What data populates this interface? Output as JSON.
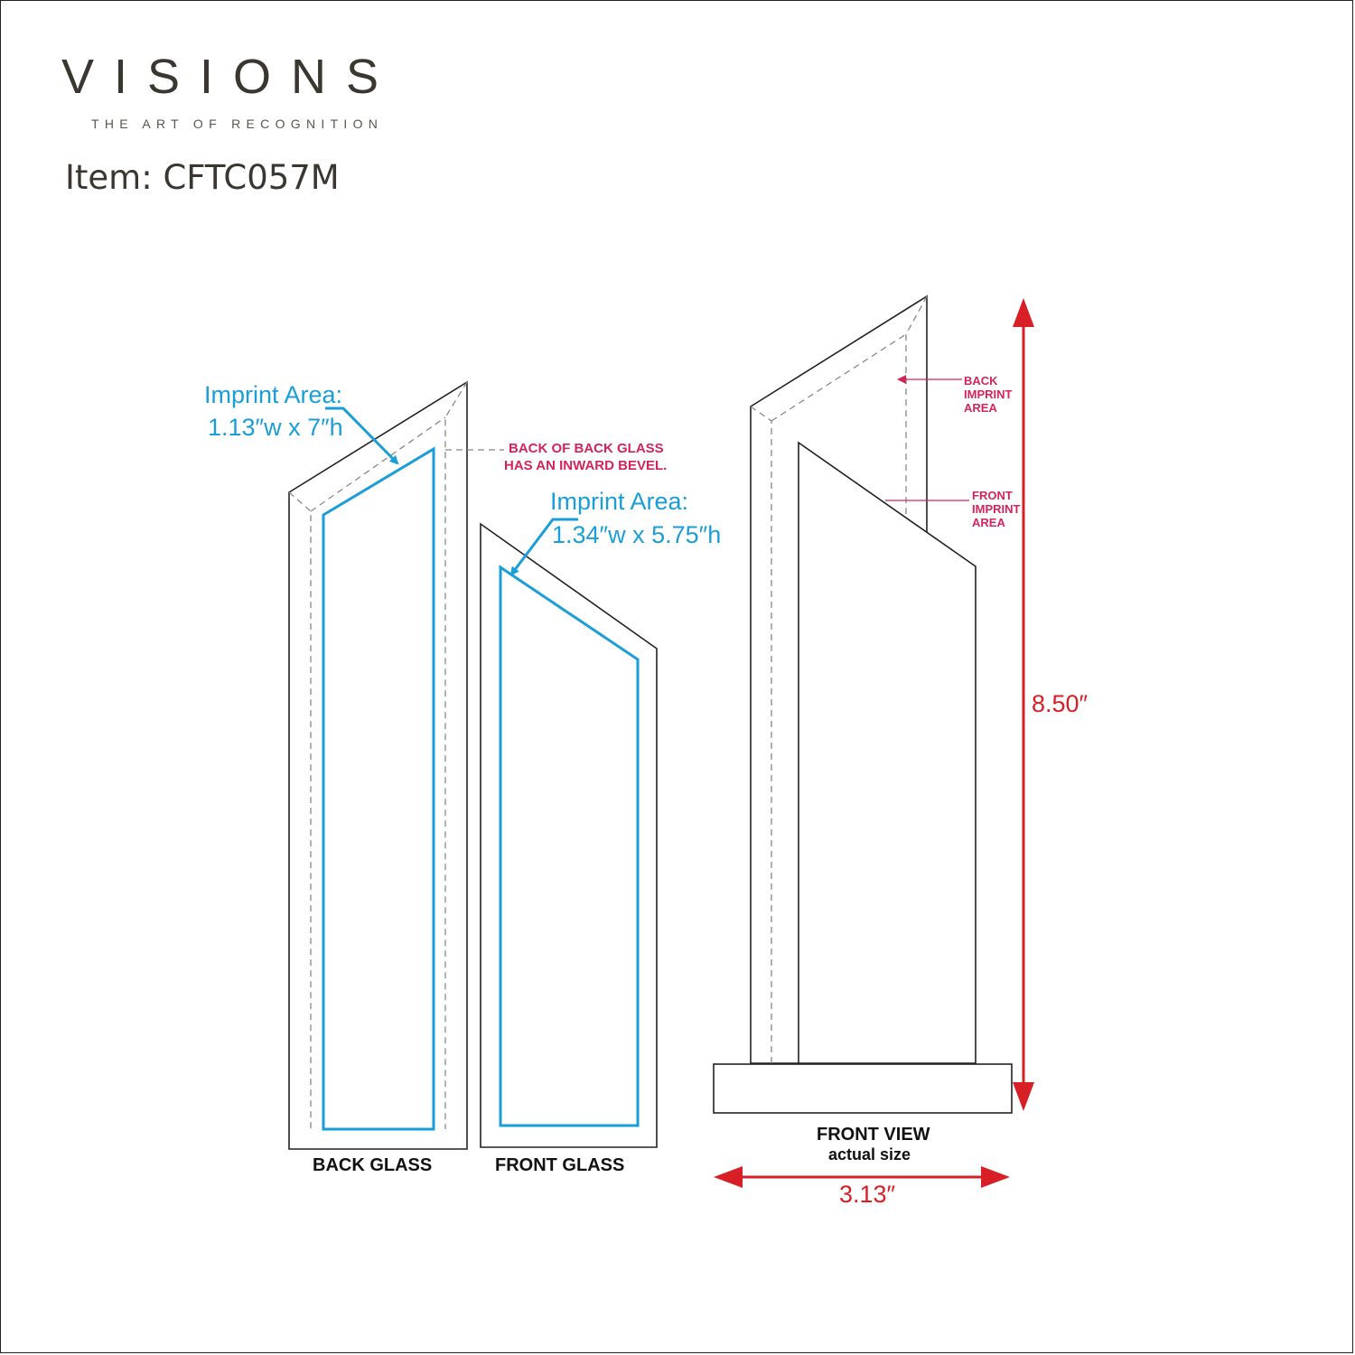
{
  "brand": {
    "name": "VISIONS",
    "tagline": "THE ART OF RECOGNITION"
  },
  "item": {
    "label": "Item: CFTC057M"
  },
  "back_glass": {
    "imprint_title": "Imprint Area:",
    "imprint_size": "1.13″w x 7″h",
    "bevel_note_line1": "BACK OF BACK GLASS",
    "bevel_note_line2": "HAS AN INWARD BEVEL.",
    "label": "BACK GLASS"
  },
  "front_glass": {
    "imprint_title": "Imprint Area:",
    "imprint_size": "1.34″w x 5.75″h",
    "label": "FRONT GLASS"
  },
  "front_view": {
    "label": "FRONT VIEW",
    "sublabel": "actual size",
    "height": "8.50″",
    "width": "3.13″",
    "back_imprint_line1": "BACK",
    "back_imprint_line2": "IMPRINT",
    "back_imprint_line3": "AREA",
    "front_imprint_line1": "FRONT",
    "front_imprint_line2": "IMPRINT",
    "front_imprint_line3": "AREA"
  },
  "colors": {
    "imprint_blue": "#1a9ed8",
    "note_pink": "#d4245c",
    "dimension_red": "#d91f26",
    "outline": "#222222"
  }
}
